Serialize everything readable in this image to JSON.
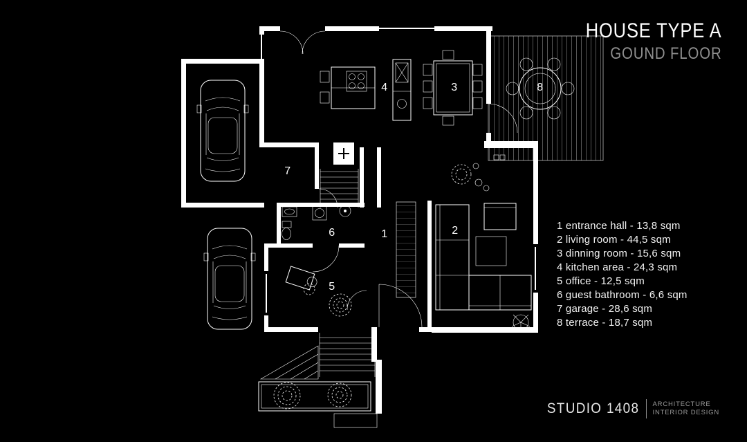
{
  "colors": {
    "background": "#000000",
    "ink": "#ffffff",
    "muted": "#8f8f8f"
  },
  "header": {
    "title": "HOUSE TYPE A",
    "subtitle": "GOUND FLOOR"
  },
  "plan": {
    "room_labels": [
      {
        "num": "1"
      },
      {
        "num": "2"
      },
      {
        "num": "3"
      },
      {
        "num": "4"
      },
      {
        "num": "5"
      },
      {
        "num": "6"
      },
      {
        "num": "7"
      },
      {
        "num": "8"
      }
    ]
  },
  "legend": {
    "items": [
      {
        "text": "1 entrance hall - 13,8 sqm"
      },
      {
        "text": "2 living room - 44,5 sqm"
      },
      {
        "text": "3 dinning room - 15,6 sqm"
      },
      {
        "text": "4 kitchen area -  24,3 sqm"
      },
      {
        "text": "5 office - 12,5 sqm"
      },
      {
        "text": "6 guest bathroom - 6,6 sqm"
      },
      {
        "text": "7 garage - 28,6 sqm"
      },
      {
        "text": "8 terrace - 18,7 sqm"
      }
    ]
  },
  "footer": {
    "studio": "STUDIO 1408",
    "tagline": [
      "ARCHITECTURE",
      "INTERIOR DESIGN"
    ]
  }
}
